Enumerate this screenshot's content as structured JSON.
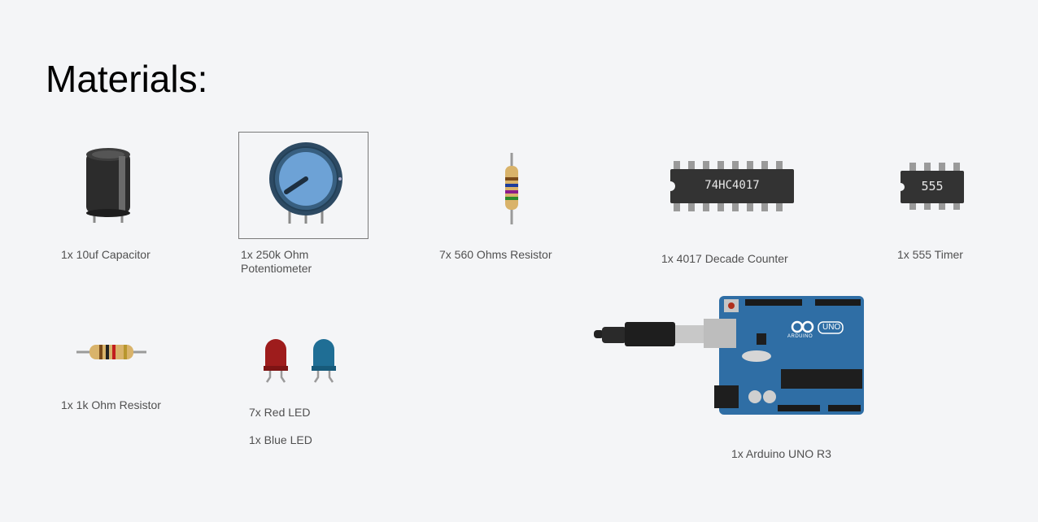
{
  "title": "Materials:",
  "items": [
    {
      "label": "1x  10uf Capacitor",
      "icon": "capacitor-icon"
    },
    {
      "label": "1x  250k Ohm Potentiometer",
      "icon": "potentiometer-icon"
    },
    {
      "label": "7x  560 Ohms Resistor",
      "icon": "resistor-icon"
    },
    {
      "label": "1x 4017 Decade Counter",
      "icon": "ic-4017-icon",
      "chip_text": "74HC4017"
    },
    {
      "label": "1x 555 Timer",
      "icon": "ic-555-icon",
      "chip_text": "555"
    },
    {
      "label": "1x 1k Ohm Resistor",
      "icon": "resistor-icon"
    },
    {
      "label": "7x Red LED",
      "icon": "red-led-icon"
    },
    {
      "label": "1x Blue LED",
      "icon": "blue-led-icon"
    },
    {
      "label": "1x Arduino UNO R3",
      "icon": "arduino-uno-icon",
      "board_text": "ARDUINO",
      "board_badge": "UNO"
    }
  ],
  "colors": {
    "background": "#f4f5f7",
    "led_red": "#9e1c1c",
    "led_blue": "#1f6e95",
    "board_blue": "#2f6ea5"
  }
}
